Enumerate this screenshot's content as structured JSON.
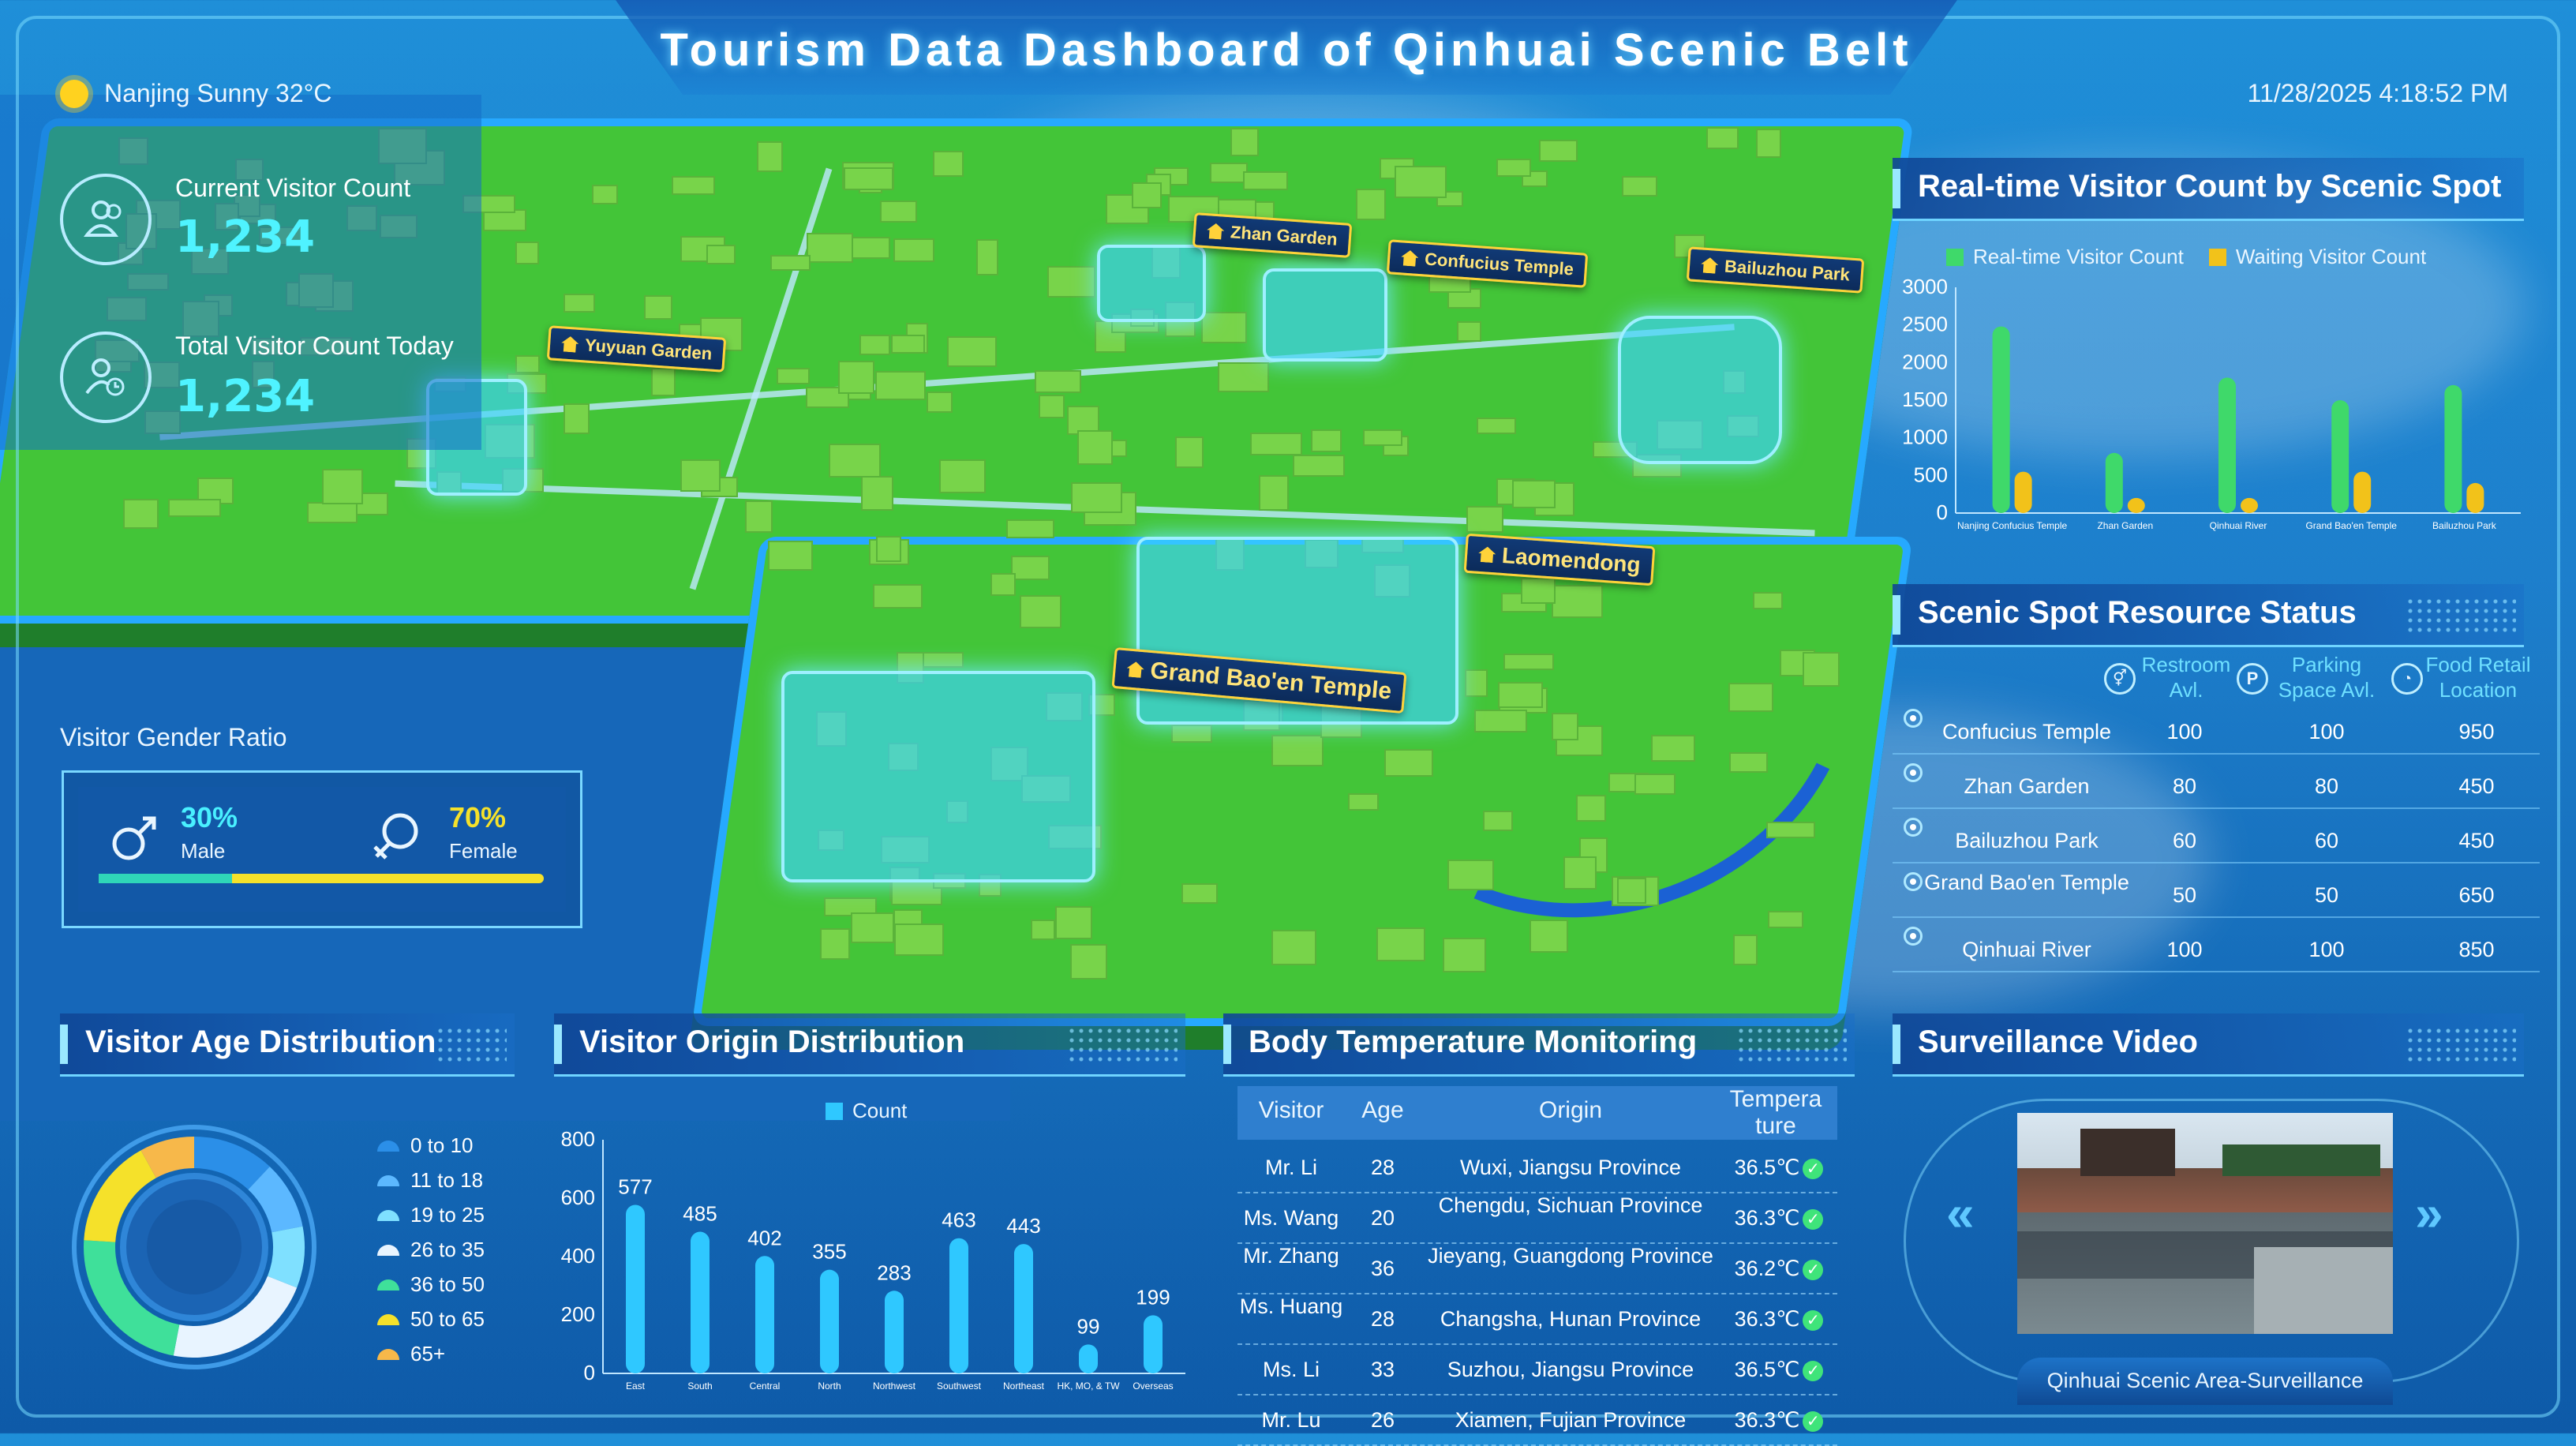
{
  "header": {
    "title": "Tourism Data Dashboard of Qinhuai Scenic Belt",
    "weather": "Nanjing Sunny 32°C",
    "datetime": "11/28/2025 4:18:52 PM"
  },
  "stats": {
    "current_label": "Current Visitor Count",
    "current_value": "1,234",
    "today_label": "Total Visitor Count Today",
    "today_value": "1,234"
  },
  "map_labels": {
    "yuyuan": "Yuyuan Garden",
    "zhan": "Zhan Garden",
    "confucius": "Confucius Temple",
    "bailuzhou": "Bailuzhou Park",
    "laomendong": "Laomendong",
    "baoen": "Grand Bao'en Temple"
  },
  "gender": {
    "title": "Visitor Gender Ratio",
    "male_pct": "30%",
    "male_label": "Male",
    "female_pct": "70%",
    "female_label": "Female",
    "male_fraction": 0.3,
    "male_color": "#2fd6b8",
    "female_color": "#f5e12a"
  },
  "realtime": {
    "title": "Real-time Visitor Count by Scenic Spot",
    "legend_a": "Real-time Visitor Count",
    "legend_b": "Waiting Visitor Count",
    "color_a": "#3fd96a",
    "color_b": "#f2c21a"
  },
  "resource": {
    "title": "Scenic Spot Resource Status",
    "col1": "Restroom Avl.",
    "col2": "Parking Space Avl.",
    "col3": "Food Retail Location",
    "rows": [
      {
        "name": "Confucius Temple",
        "a": "100",
        "b": "100",
        "c": "950"
      },
      {
        "name": "Zhan Garden",
        "a": "80",
        "b": "80",
        "c": "450"
      },
      {
        "name": "Bailuzhou Park",
        "a": "60",
        "b": "60",
        "c": "450"
      },
      {
        "name": "Grand Bao'en Temple",
        "a": "50",
        "b": "50",
        "c": "650"
      },
      {
        "name": "Qinhuai River",
        "a": "100",
        "b": "100",
        "c": "850"
      }
    ]
  },
  "age": {
    "title": "Visitor Age Distribution",
    "legend": [
      "0 to 10",
      "11 to 18",
      "19 to 25",
      "26 to 35",
      "36 to 50",
      "50 to 65",
      "65+"
    ],
    "colors": [
      "#2b8fe8",
      "#5cb8ff",
      "#7fe0ff",
      "#e8f4ff",
      "#3fe09a",
      "#f5e12a",
      "#f7b84a"
    ]
  },
  "origin": {
    "title": "Visitor Origin Distribution",
    "legend": "Count"
  },
  "temperature": {
    "title": "Body Temperature Monitoring",
    "headers": [
      "Visitor",
      "Age",
      "Origin",
      "Tempera ture"
    ],
    "rows": [
      {
        "name": "Mr. Li",
        "age": "28",
        "origin": "Wuxi, Jiangsu Province",
        "temp": "36.5℃"
      },
      {
        "name": "Ms. Wang",
        "age": "20",
        "origin": "Chengdu, Sichuan Province",
        "temp": "36.3℃"
      },
      {
        "name": "Mr. Zhang",
        "age": "36",
        "origin": "Jieyang, Guangdong Province",
        "temp": "36.2℃"
      },
      {
        "name": "Ms. Huang",
        "age": "28",
        "origin": "Changsha, Hunan Province",
        "temp": "36.3℃"
      },
      {
        "name": "Ms. Li",
        "age": "33",
        "origin": "Suzhou, Jiangsu Province",
        "temp": "36.5℃"
      },
      {
        "name": "Mr. Lu",
        "age": "26",
        "origin": "Xiamen, Fujian Province",
        "temp": "36.3℃"
      }
    ]
  },
  "video": {
    "title": "Surveillance Video",
    "caption": "Qinhuai Scenic Area-Surveillance"
  },
  "chart_data": [
    {
      "type": "bar",
      "title": "Real-time Visitor Count by Scenic Spot",
      "categories": [
        "Nanjing Confucius Temple",
        "Zhan Garden",
        "Qinhuai River",
        "Grand Bao'en Temple",
        "Bailuzhou Park"
      ],
      "series": [
        {
          "name": "Real-time Visitor Count",
          "values": [
            2480,
            800,
            1800,
            1500,
            1700
          ]
        },
        {
          "name": "Waiting Visitor Count",
          "values": [
            550,
            200,
            200,
            550,
            400
          ]
        }
      ],
      "ylim": [
        0,
        3000
      ],
      "yticks": [
        "0",
        "500",
        "1000",
        "1500",
        "2000",
        "2500",
        "3000"
      ],
      "legend": "top"
    },
    {
      "type": "bar",
      "title": "Visitor Origin Distribution",
      "categories": [
        "East",
        "South",
        "Central",
        "North",
        "Northwest",
        "Southwest",
        "Northeast",
        "HK, MO, & TW",
        "Overseas"
      ],
      "series": [
        {
          "name": "Count",
          "values": [
            577,
            485,
            402,
            355,
            283,
            463,
            443,
            99,
            199
          ]
        }
      ],
      "ylim": [
        0,
        800
      ],
      "yticks": [
        "0",
        "200",
        "400",
        "600",
        "800"
      ],
      "legend": "top"
    },
    {
      "type": "pie",
      "title": "Visitor Age Distribution",
      "categories": [
        "0 to 10",
        "11 to 18",
        "19 to 25",
        "26 to 35",
        "36 to 50",
        "50 to 65",
        "65+"
      ],
      "values": [
        12,
        10,
        9,
        22,
        23,
        16,
        8
      ]
    }
  ]
}
